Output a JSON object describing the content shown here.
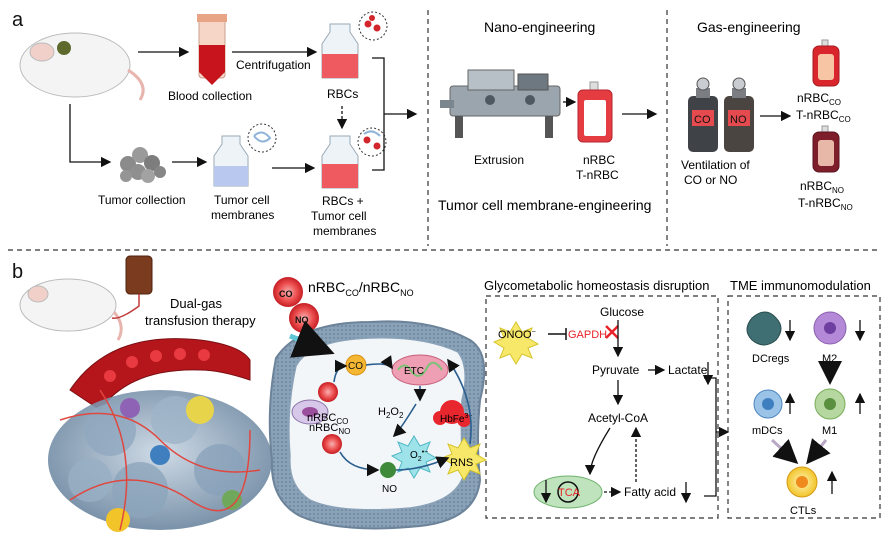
{
  "panel_a": {
    "letter": "a",
    "blood_collection": "Blood collection",
    "centrifugation": "Centrifugation",
    "rbcs": "RBCs",
    "tumor_collection": "Tumor collection",
    "tumor_membranes_1": "Tumor cell",
    "tumor_membranes_2": "membranes",
    "rbcs_tumor_1": "RBCs +",
    "rbcs_tumor_2": "Tumor cell",
    "rbcs_tumor_3": "membranes",
    "nano_title": "Nano-engineering",
    "extrusion": "Extrusion",
    "nrbc": "nRBC",
    "t_nrbc": "T-nRBC",
    "tumor_membrane_eng": "Tumor cell membrane-engineering",
    "gas_title": "Gas-engineering",
    "co_label": "CO",
    "no_label": "NO",
    "ventilation_1": "Ventilation of",
    "ventilation_2": "CO or NO",
    "nrbc_co_base": "nRBC",
    "nrbc_co_sub": "CO",
    "t_nrbc_co_base": "T-nRBC",
    "t_nrbc_co_sub": "CO",
    "nrbc_no_base": "nRBC",
    "nrbc_no_sub": "NO",
    "t_nrbc_no_base": "T-nRBC",
    "t_nrbc_no_sub": "NO"
  },
  "panel_b": {
    "letter": "b",
    "dual_gas_1": "Dual-gas",
    "dual_gas_2": "transfusion therapy",
    "legend_base1": "nRBC",
    "legend_sub1": "CO",
    "legend_slash": "/nRBC",
    "legend_sub2": "NO",
    "bubble_co": "CO",
    "bubble_no": "NO",
    "cell_co": "CO",
    "etc": "ETC",
    "nrbc_co_base": "nRBC",
    "nrbc_co_sub": "CO",
    "h2o2": "H",
    "h2o2_sub1": "2",
    "h2o2_o": "O",
    "h2o2_sub2": "2",
    "hbfe": "HbFe",
    "hbfe_sup": "3+",
    "nrbc_no_base": "nRBC",
    "nrbc_no_sub": "NO",
    "o2": "O",
    "o2_sub": "2",
    "o2_sup": "•−",
    "rns": "RNS",
    "cell_no": "NO",
    "glyco_title": "Glycometabolic homeostasis disruption",
    "onoo": "ONOO",
    "onoo_sup": "−",
    "glucose": "Glucose",
    "gapdh": "GAPDH",
    "pyruvate": "Pyruvate",
    "lactate": "Lactate",
    "acetyl_coa": "Acetyl-CoA",
    "tca": "TCA",
    "fatty_acid": "Fatty acid",
    "tme_title": "TME immunomodulation",
    "dcregs": "DCregs",
    "m2": "M2",
    "mdcs": "mDCs",
    "m1": "M1",
    "ctls": "CTLs"
  },
  "colors": {
    "rbc_red": "#e8434a",
    "dashed": "#333333",
    "gapdh_red": "#e8232a",
    "tca_red": "#e8232a",
    "cell_blue": "#7f97ad"
  }
}
